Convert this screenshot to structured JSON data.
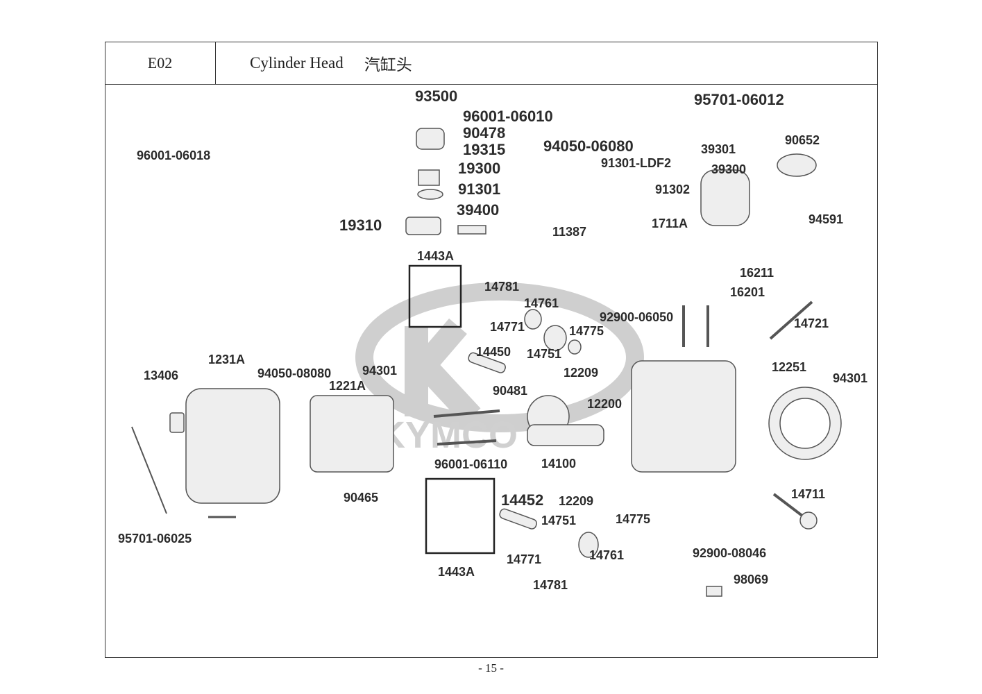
{
  "header": {
    "section_code": "E02",
    "title_en": "Cylinder Head",
    "title_zh": "汽缸头"
  },
  "watermark": {
    "text": "KYMCO",
    "color": "#c8c8c8"
  },
  "part_labels": [
    "93500",
    "96001-06010",
    "90478",
    "19315",
    "19300",
    "91301",
    "39400",
    "19310",
    "94050-06080",
    "95701-06012",
    "14452",
    "96001-06018",
    "39301",
    "91301-LDF2",
    "39300",
    "91302",
    "90652",
    "94591",
    "1711A",
    "11387",
    "1443A",
    "14781",
    "14761",
    "14771",
    "14775",
    "92900-06050",
    "16211",
    "16201",
    "14721",
    "14450",
    "14751",
    "12209",
    "12251",
    "94301",
    "13406",
    "1231A",
    "94050-08080",
    "1221A",
    "94301",
    "90481",
    "12200",
    "96001-06110",
    "14100",
    "90465",
    "14711",
    "12209",
    "14751",
    "14775",
    "95701-06025",
    "14761",
    "14771",
    "92900-08046",
    "98069",
    "1443A",
    "14781"
  ],
  "page_number": "- 15 -"
}
